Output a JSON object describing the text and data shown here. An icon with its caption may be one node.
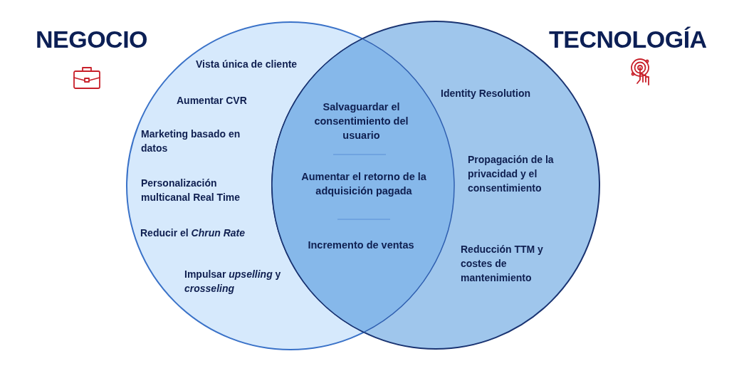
{
  "diagram": {
    "nodes": [
      {
        "text": [
          "NEGOCIO"
        ]
      },
      {
        "text": [
          "TECNOLOGÍA"
        ]
      }
    ],
    "labels": [
      "Vista única de cliente",
      "Aumentar CVR",
      "Marketing basado en datos",
      "Personalización multicanal Real Time",
      "Reducir el *Chrun Rate*",
      "Impulsar *upselling* y *crosseling*",
      "Salvaguardar el consentimiento del usuario",
      "Aumentar el retorno de la adquisición pagada",
      "Incremento de ventas",
      "Identity Resolution",
      "Propagación de la privacidad y el consentimiento",
      "Reducción TTM y costes de mantenimiento"
    ]
  }
}
